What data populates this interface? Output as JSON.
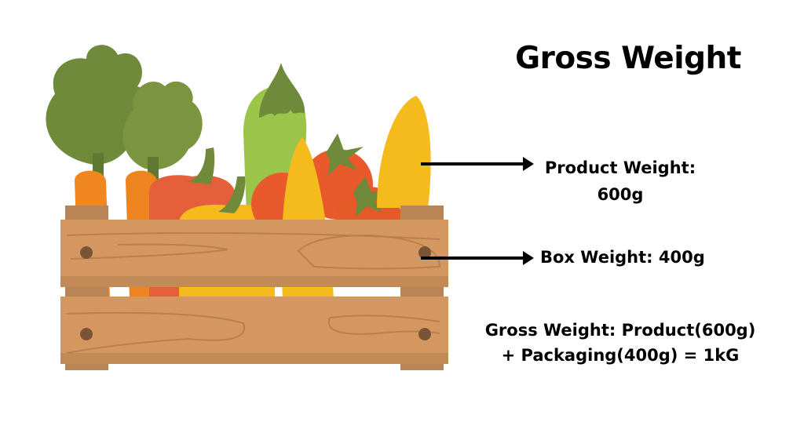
{
  "title": "Gross Weight",
  "annotations": {
    "product": {
      "line1": "Product Weight:",
      "line2": "600g"
    },
    "box": {
      "text": "Box Weight: 400g"
    }
  },
  "formula": {
    "line1": "Gross Weight: Product(600g)",
    "line2": "+ Packaging(400g) = 1kG"
  },
  "illustration": {
    "subject": "wooden crate of vegetables",
    "items": [
      "carrot",
      "carrot",
      "red-bell-pepper",
      "yellow-bell-pepper",
      "eggplant",
      "corn",
      "corn",
      "tomato",
      "tomato"
    ],
    "colors": {
      "wood": "#d4975f",
      "wood_dark": "#b98557",
      "leaf": "#6f8a3a",
      "carrot": "#f0871f",
      "tomato": "#e85a2c",
      "corn": "#f5bb1c",
      "eggplant": "#9bc44a"
    }
  }
}
